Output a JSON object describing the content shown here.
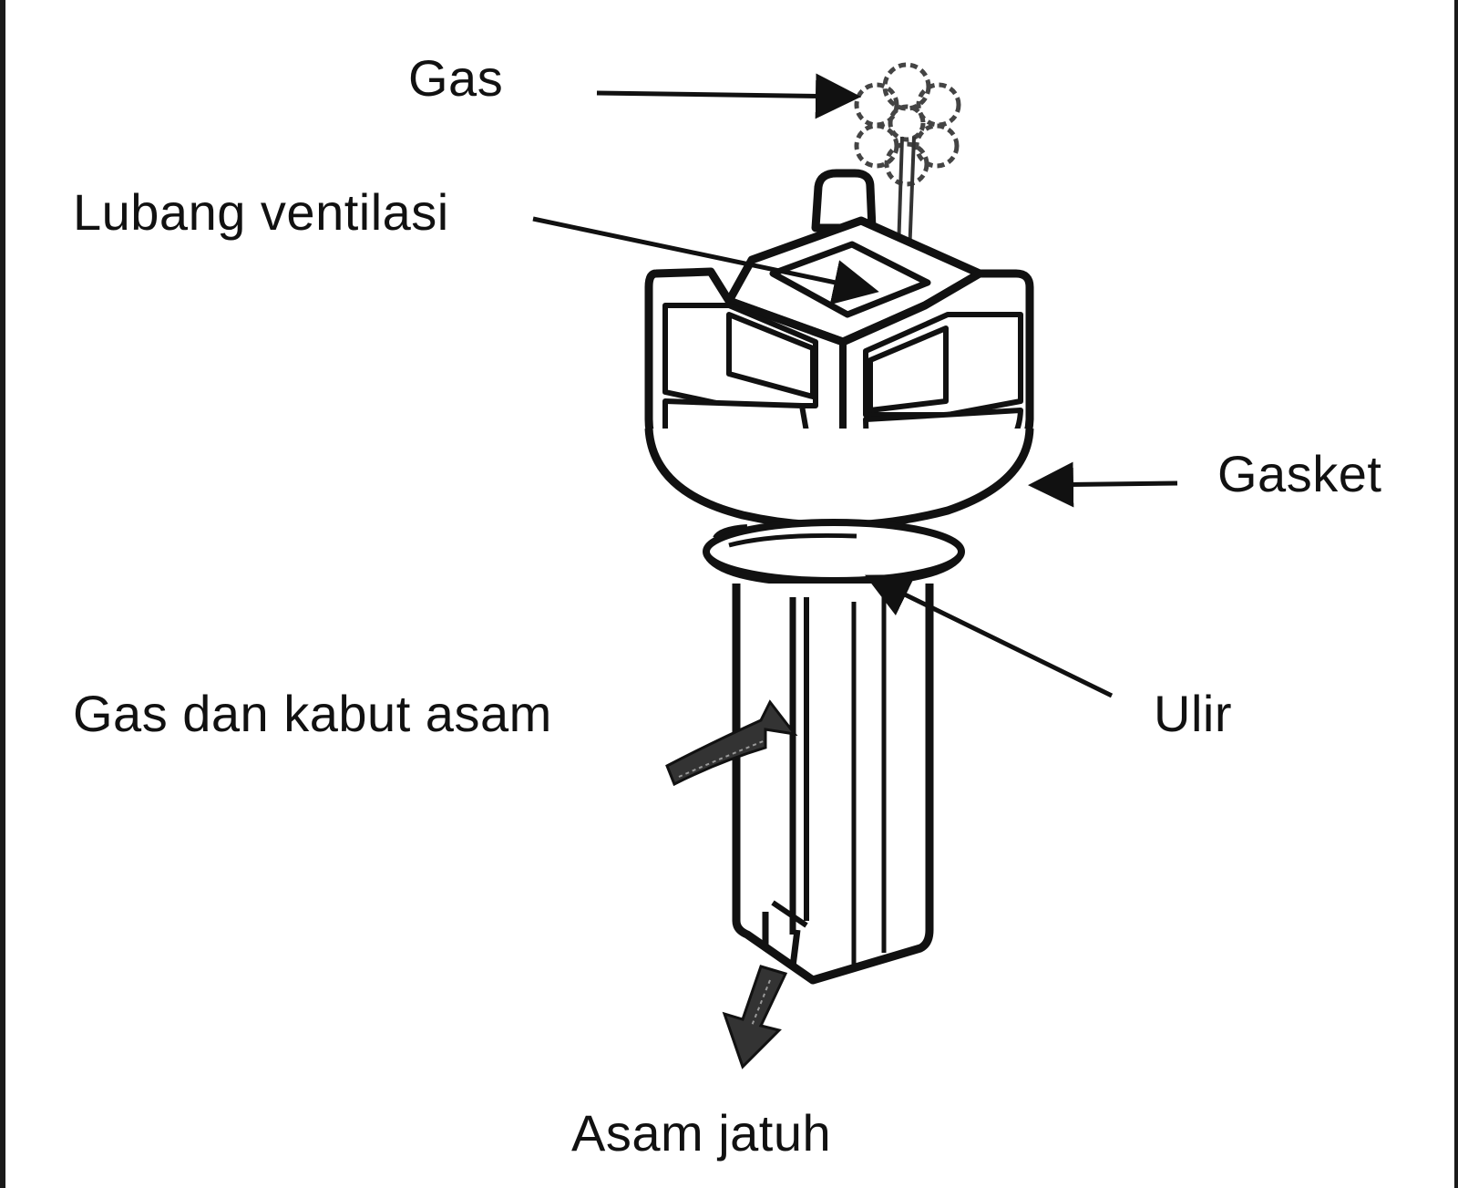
{
  "labels": {
    "gas": "Gas",
    "vent_hole": "Lubang ventilasi",
    "gasket": "Gasket",
    "gas_and_acid_mist": "Gas dan kabut asam",
    "thread": "Ulir",
    "acid_falls": "Asam jatuh"
  },
  "colors": {
    "ink": "#111111",
    "background": "#ffffff"
  }
}
